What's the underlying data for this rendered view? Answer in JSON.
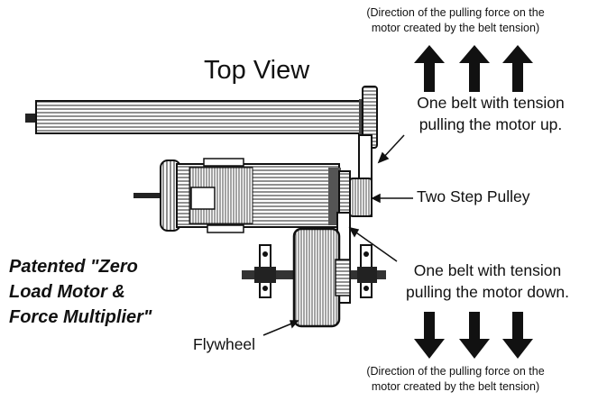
{
  "title": "Top View",
  "top_note": {
    "line1": "(Direction of the pulling force on the",
    "line2": "motor created by the belt tension)"
  },
  "bottom_note": {
    "line1": "(Direction of the pulling force on the",
    "line2": "motor created by the belt tension)"
  },
  "belt_up_label": {
    "line1": "One belt with tension",
    "line2": "pulling the motor up."
  },
  "belt_down_label": {
    "line1": "One belt with tension",
    "line2": "pulling the motor down."
  },
  "pulley_label": "Two Step Pulley",
  "flywheel_label": "Flywheel",
  "patent_text": {
    "line1": "Patented \"Zero",
    "line2": "Load Motor &",
    "line3": "Force Multiplier\""
  },
  "arrow_direction_top": "up",
  "arrow_direction_bottom": "down",
  "arrow_count_top": 3,
  "arrow_count_bottom": 3
}
